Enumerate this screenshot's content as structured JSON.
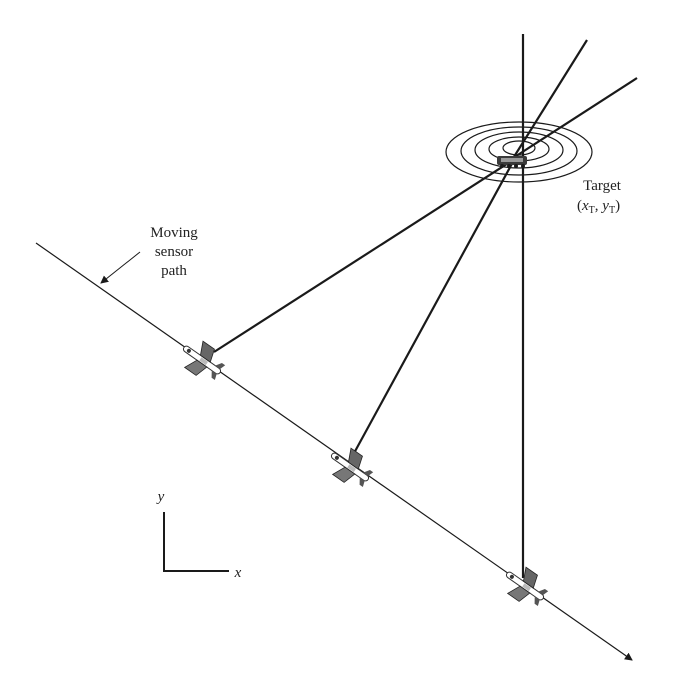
{
  "labels": {
    "path_line1": "Moving",
    "path_line2": "sensor",
    "path_line3": "path",
    "target_name": "Target",
    "target_open": "(",
    "target_x": "x",
    "target_sub_x": "T",
    "target_sep": ", ",
    "target_y": "y",
    "target_sub_y": "T",
    "target_close": ")",
    "axis_x": "x",
    "axis_y": "y"
  },
  "scene": {
    "sensor_count": 3,
    "target_ring_count": 5,
    "colors": {
      "line": "#1a1a1a",
      "sensor_body": "#555555",
      "sensor_light": "#bbbbbb"
    },
    "icons": [
      "target-rings-icon",
      "sensor-aircraft-icon",
      "arrow-icon"
    ]
  }
}
